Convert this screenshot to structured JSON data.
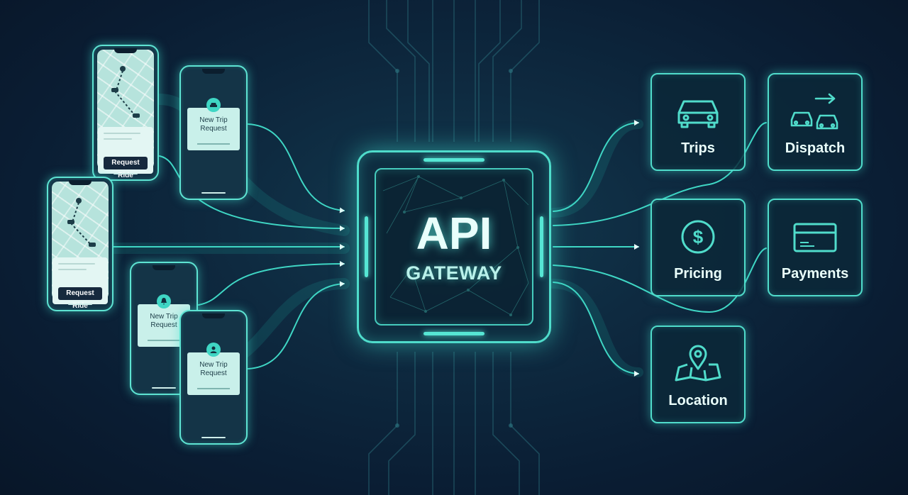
{
  "gateway": {
    "title": "API",
    "subtitle": "GATEWAY"
  },
  "phones": {
    "rider_top": {
      "button": "Request Ride"
    },
    "rider_bottom": {
      "button": "Request Ride"
    },
    "driver_top": {
      "notification": "New Trip Request",
      "icon": "car-icon"
    },
    "driver_mid": {
      "notification": "New Trip Request",
      "icon": "bell-icon"
    },
    "driver_bottom": {
      "notification": "New Trip Request",
      "icon": "user-icon"
    }
  },
  "services": {
    "trips": {
      "label": "Trips",
      "icon": "car-icon"
    },
    "dispatch": {
      "label": "Dispatch",
      "icon": "dispatch-cars-arrow-icon"
    },
    "pricing": {
      "label": "Pricing",
      "icon": "dollar-coin-icon"
    },
    "payments": {
      "label": "Payments",
      "icon": "credit-card-icon"
    },
    "location": {
      "label": "Location",
      "icon": "map-pin-icon"
    }
  },
  "colors": {
    "background": "#0b1f35",
    "accent": "#3fd6c4",
    "glow": "#56e6d4",
    "text": "#eafffb"
  }
}
